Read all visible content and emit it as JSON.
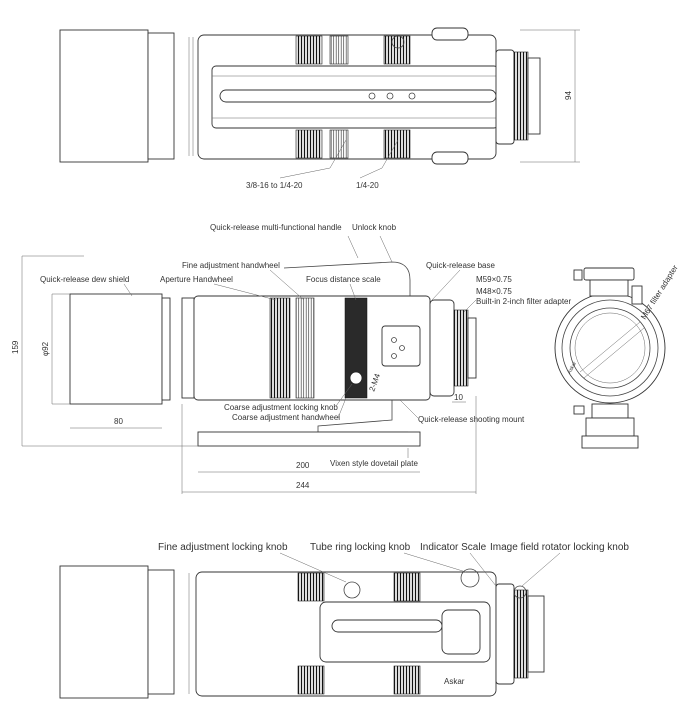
{
  "top_view": {
    "labels": {
      "screw_a": "3/8-16 to 1/4-20",
      "screw_b": "1/4-20",
      "height_dim": "94"
    }
  },
  "side_view": {
    "labels": {
      "quick_release_handle": "Quick-release multi-functional handle",
      "unlock_knob": "Unlock knob",
      "fine_handwheel": "Fine adjustment handwheel",
      "dew_shield": "Quick-release dew shield",
      "aperture_handwheel": "Aperture Handwheel",
      "focus_scale": "Focus distance scale",
      "quick_release_base": "Quick-release base",
      "m59": "M59×0.75",
      "m48": "M48×0.75",
      "filter_adapter": "Built-in 2-inch filter adapter",
      "m67": "M67 filter adapter",
      "coarse_lock": "Coarse adjustment locking knob",
      "coarse_handwheel": "Coarse adjustment handwheel",
      "shooting_mount": "Quick-release shooting mount",
      "dovetail": "Vixen style dovetail plate",
      "m4": "2-M4",
      "brand_small": "Askar"
    },
    "dims": {
      "height": "159",
      "diameter": "φ92",
      "shield_len": "80",
      "back_len": "10",
      "plate_len": "200",
      "total_len": "244"
    }
  },
  "bottom_view": {
    "labels": {
      "fine_lock": "Fine adjustment locking knob",
      "tube_ring_lock": "Tube ring locking knob",
      "indicator_scale": "Indicator Scale",
      "rotator_lock": "Image field rotator locking knob",
      "brand": "Askar"
    }
  }
}
